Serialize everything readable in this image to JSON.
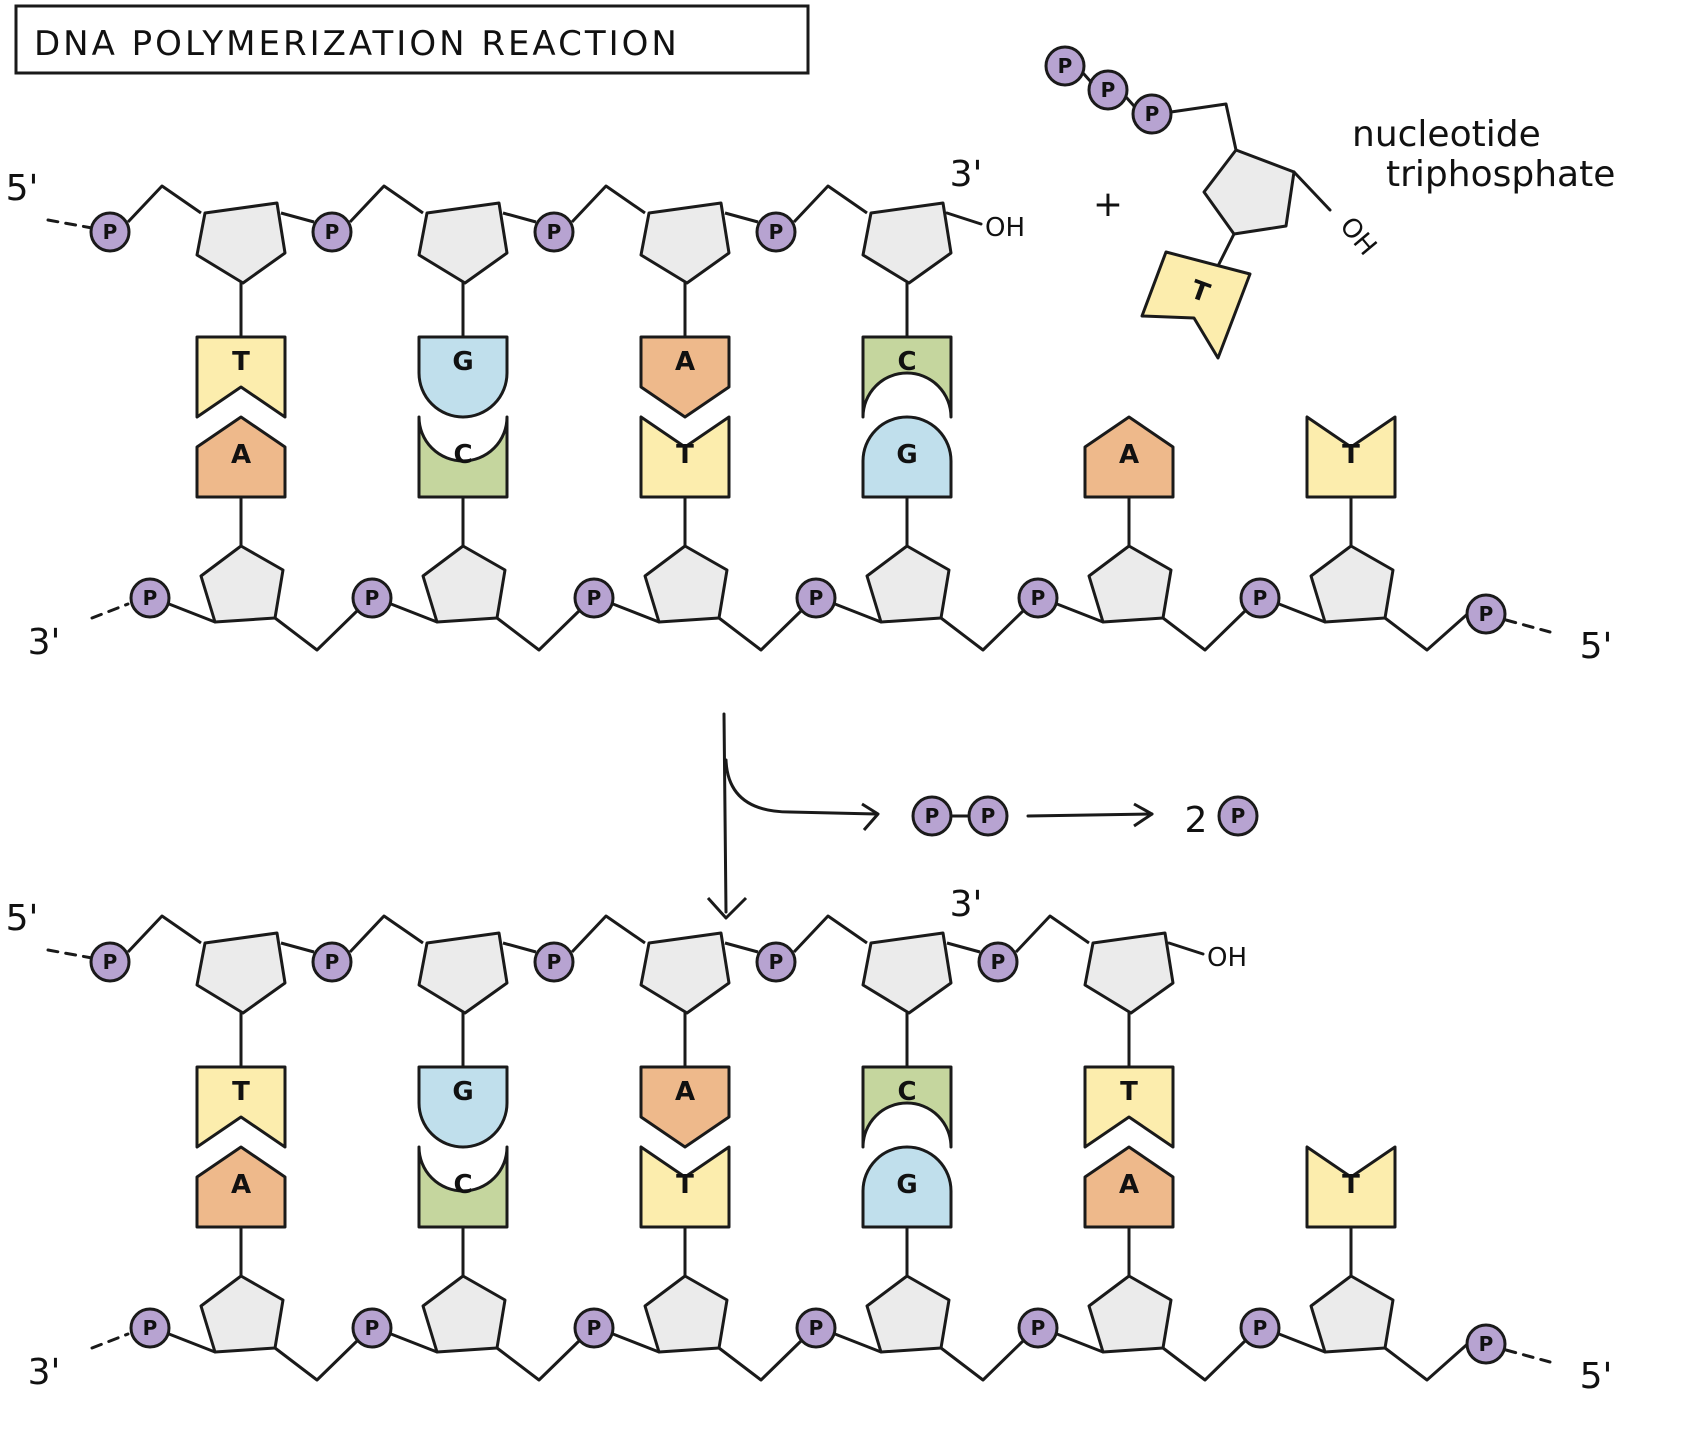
{
  "title": "DNA POLYMERIZATION REACTION",
  "colors": {
    "phosphate": "#b7a3d1",
    "sugar": "#ebebeb",
    "A": "#eeb98b",
    "T": "#fcedad",
    "C": "#c5d69e",
    "G": "#c0dfec",
    "stroke": "#1a1a1a"
  },
  "labels": {
    "five_prime": "5'",
    "three_prime": "3'",
    "hydroxyl": "OH",
    "plus": "+",
    "nucleotide_line1": "nucleotide",
    "nucleotide_line2": "triphosphate",
    "phosphate": "P",
    "two": "2"
  },
  "before": {
    "top_strand": [
      "T",
      "G",
      "A",
      "C"
    ],
    "bottom_strand": [
      "A",
      "C",
      "T",
      "G",
      "A",
      "T"
    ]
  },
  "incoming_nucleotide": {
    "base": "T"
  },
  "after": {
    "top_strand": [
      "T",
      "G",
      "A",
      "C",
      "T"
    ],
    "bottom_strand": [
      "A",
      "C",
      "T",
      "G",
      "A",
      "T"
    ]
  }
}
